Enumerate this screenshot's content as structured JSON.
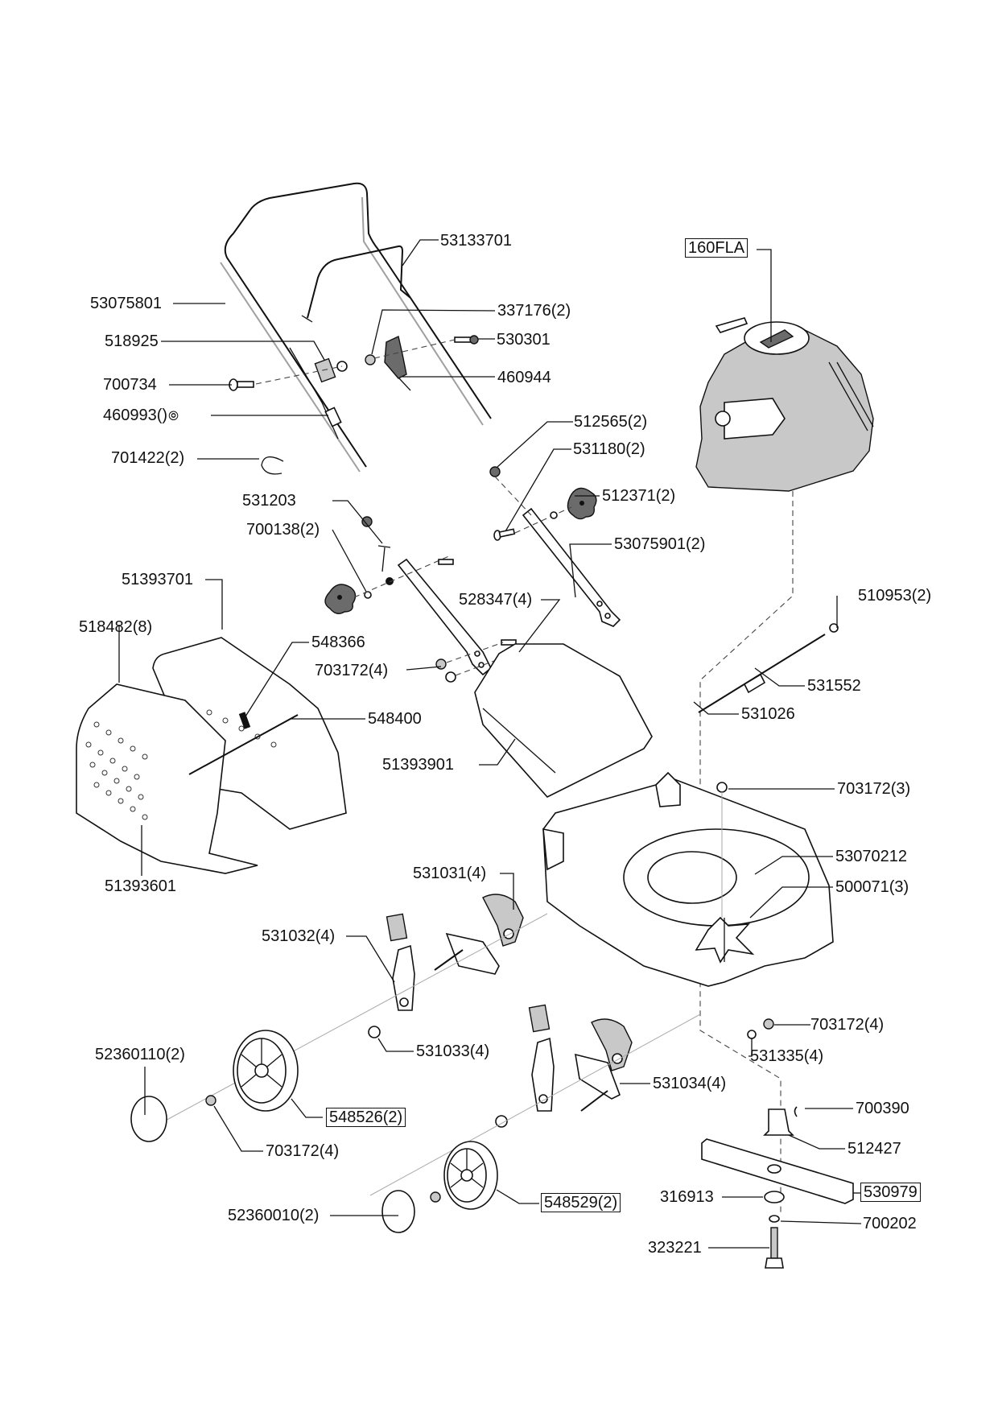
{
  "diagram": {
    "title": "Lawn mower exploded parts diagram",
    "engine_model": "160FLA",
    "callouts": [
      {
        "id": "c1",
        "text": "53133701",
        "boxed": false
      },
      {
        "id": "c2",
        "text": "53075801",
        "boxed": false
      },
      {
        "id": "c3",
        "text": "337176(2)",
        "boxed": false
      },
      {
        "id": "c4",
        "text": "518925",
        "boxed": false
      },
      {
        "id": "c5",
        "text": "530301",
        "boxed": false
      },
      {
        "id": "c6",
        "text": "700734",
        "boxed": false
      },
      {
        "id": "c7",
        "text": "460944",
        "boxed": false
      },
      {
        "id": "c8",
        "text": "460993()",
        "boxed": false
      },
      {
        "id": "c9",
        "text": "701422(2)",
        "boxed": false
      },
      {
        "id": "c10",
        "text": "512565(2)",
        "boxed": false
      },
      {
        "id": "c11",
        "text": "531180(2)",
        "boxed": false
      },
      {
        "id": "c12",
        "text": "531203",
        "boxed": false
      },
      {
        "id": "c13",
        "text": "512371(2)",
        "boxed": false
      },
      {
        "id": "c14",
        "text": "700138(2)",
        "boxed": false
      },
      {
        "id": "c15",
        "text": "53075901(2)",
        "boxed": false
      },
      {
        "id": "c16",
        "text": "51393701",
        "boxed": false
      },
      {
        "id": "c17",
        "text": "528347(4)",
        "boxed": false
      },
      {
        "id": "c18",
        "text": "510953(2)",
        "boxed": false
      },
      {
        "id": "c19",
        "text": "518482(8)",
        "boxed": false
      },
      {
        "id": "c20",
        "text": "548366",
        "boxed": false
      },
      {
        "id": "c21",
        "text": "703172(4)",
        "boxed": false
      },
      {
        "id": "c22",
        "text": "531552",
        "boxed": false
      },
      {
        "id": "c23",
        "text": "548400",
        "boxed": false
      },
      {
        "id": "c24",
        "text": "531026",
        "boxed": false
      },
      {
        "id": "c25",
        "text": "51393901",
        "boxed": false
      },
      {
        "id": "c26",
        "text": "703172(3)",
        "boxed": false
      },
      {
        "id": "c27",
        "text": "53070212",
        "boxed": false
      },
      {
        "id": "c28",
        "text": "531031(4)",
        "boxed": false
      },
      {
        "id": "c29",
        "text": "500071(3)",
        "boxed": false
      },
      {
        "id": "c30",
        "text": "51393601",
        "boxed": false
      },
      {
        "id": "c31",
        "text": "531032(4)",
        "boxed": false
      },
      {
        "id": "c32",
        "text": "703172(4)",
        "boxed": false
      },
      {
        "id": "c33",
        "text": "531033(4)",
        "boxed": false
      },
      {
        "id": "c34",
        "text": "531335(4)",
        "boxed": false
      },
      {
        "id": "c35",
        "text": "52360110(2)",
        "boxed": false
      },
      {
        "id": "c36",
        "text": "531034(4)",
        "boxed": false
      },
      {
        "id": "c37",
        "text": "548526(2)",
        "boxed": true
      },
      {
        "id": "c38",
        "text": "700390",
        "boxed": false
      },
      {
        "id": "c39",
        "text": "703172(4)",
        "boxed": false
      },
      {
        "id": "c40",
        "text": "512427",
        "boxed": false
      },
      {
        "id": "c41",
        "text": "316913",
        "boxed": false
      },
      {
        "id": "c42",
        "text": "530979",
        "boxed": true
      },
      {
        "id": "c43",
        "text": "52360010(2)",
        "boxed": false
      },
      {
        "id": "c44",
        "text": "548529(2)",
        "boxed": true
      },
      {
        "id": "c45",
        "text": "700202",
        "boxed": false
      },
      {
        "id": "c46",
        "text": "323221",
        "boxed": false
      }
    ],
    "symbols": {
      "c8_suffix_icon": "spiral-circle-icon"
    }
  }
}
